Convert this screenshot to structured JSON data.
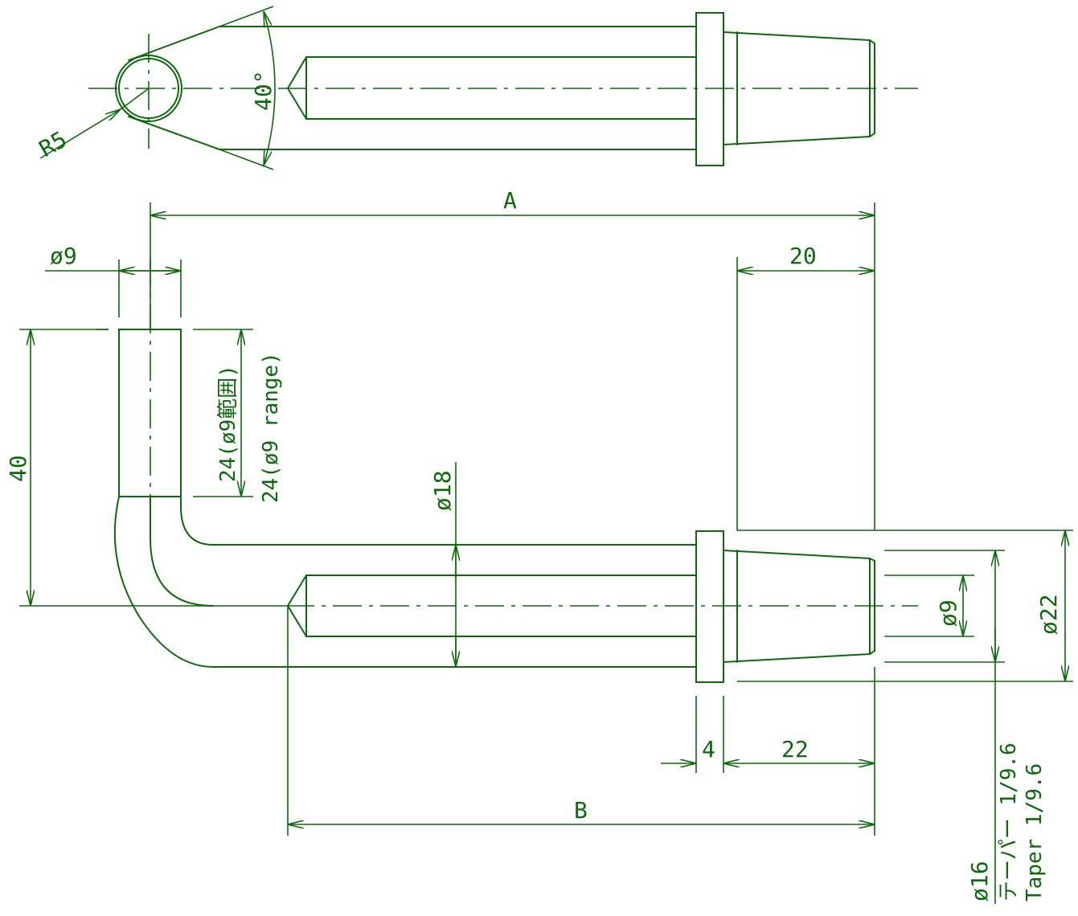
{
  "labels": {
    "r5": "R5",
    "angle40": "40°",
    "dim_a": "A",
    "dim_b": "B",
    "dim_20": "20",
    "phi9_top": "ø9",
    "dim_40": "40",
    "range_jp": "24(ø9範囲)",
    "range_en": "24(ø9 range)",
    "phi18": "ø18",
    "phi9_right": "ø9",
    "phi22": "ø22",
    "dim_4": "4",
    "dim_22": "22",
    "phi16": "ø16",
    "taper_jp": "テーパー 1/9.6",
    "taper_en": "Taper 1/9.6"
  },
  "colors": {
    "line": "#0c6a0c",
    "background": "#ffffff"
  }
}
